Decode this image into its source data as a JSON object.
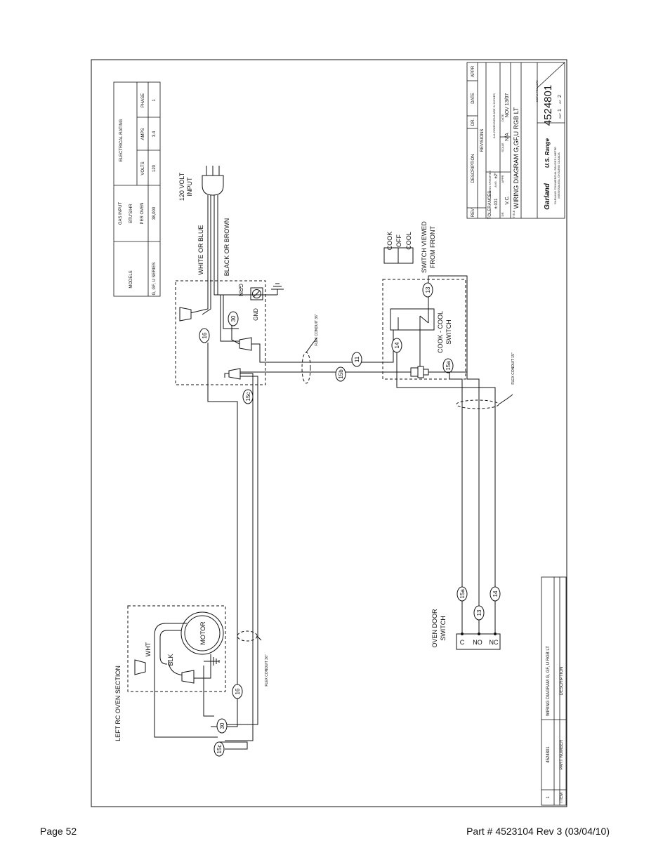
{
  "footer": {
    "page": "Page 52",
    "part": "Part # 4523104 Rev 3 (03/04/10)"
  },
  "rating_table": {
    "models_header": "MODELS",
    "gas_input_header": "GAS INPUT",
    "btu_header": "BTU'S/HR",
    "per_oven_header": "PER OVEN",
    "electrical_header": "ELECTRICAL RATING",
    "volts_header": "VOLTS",
    "amps_header": "AMPS",
    "phase_header": "PHASE",
    "model_value": "G, GF, U SERIES",
    "btu_value": "38,000",
    "volts_value": "120",
    "amps_value": "3.4",
    "phase_value": "1"
  },
  "labels": {
    "volt_input_1": "120 VOLT",
    "volt_input_2": "INPUT",
    "white_or_blue": "WHITE OR BLUE",
    "black_or_brown": "BLACK OR BROWN",
    "grn": "GRN",
    "gnd": "GND",
    "flex_conduit_36_top": "FLEX CONDUIT 36\"",
    "flex_conduit_15": "FLEX CONDUIT 15\"",
    "flex_conduit_36_bottom": "FLEX CONDUIT 36\"",
    "cook_cool_switch_1": "COOK - COOL",
    "cook_cool_switch_2": "SWITCH",
    "cook": "COOK",
    "off": "OFF",
    "cool": "COOL",
    "switch_viewed_1": "SWITCH VIEWED",
    "switch_viewed_2": "FROM FRONT",
    "oven_door_1": "OVEN DOOR",
    "oven_door_2": "SWITCH",
    "sw_c": "C",
    "sw_no": "NO",
    "sw_nc": "NC",
    "left_rc": "LEFT RC OVEN SECTION",
    "motor": "MOTOR",
    "wht": "WHT",
    "blk": "BLK"
  },
  "wire_numbers": {
    "n16_top": "16",
    "n30_top": "30",
    "n15c_top": "15c",
    "n11": "11",
    "n15b": "15b",
    "n14_sw": "14",
    "n13_sw": "13",
    "n15a_sw": "15a",
    "n15a_door": "15a",
    "n13_door": "13",
    "n14_door": "14",
    "n16_bottom": "16",
    "n30_bottom": "30",
    "n15c_bottom": "15c"
  },
  "title_block": {
    "rev": "REV",
    "description": "DESCRIPTION",
    "dr": "DR.",
    "date": "DATE",
    "appr": "APPR",
    "revisions": "REVISIONS",
    "tolerances": "TOLERANCES",
    "unless_specified": "UNLESS SPECIFIED",
    "tol_value": "±.031",
    "angular": "ANG.",
    "ang_value": "±2°",
    "all_dimensions": "ALL DIMENSIONS ARE IN INCHES",
    "dr_label": "DR.",
    "dr_value": "V.C.",
    "appr_label": "APPR",
    "scale_label": "SCALE",
    "scale_value": "N/A",
    "date_label": "DATE",
    "date_value": "NOV 13/07",
    "title_label": "TITLE",
    "title_value": "WIRING DIAGRAM G,GF,U RGB LT",
    "brand_garland": "Garland",
    "brand_us": "U.S. Range",
    "company_1": "GARLAND COMMERCIAL RANGES LIMITED",
    "company_2": "MISSISSAUGA, ONTARIO CANADA",
    "drawing_number": "4524801",
    "form_code": "GCFU PRN 1370",
    "sheet_label": "SHT",
    "sheet_value": "1",
    "of_label": "OF",
    "of_value": "2"
  },
  "parts_list": {
    "item_header": "ITEM",
    "part_header": "PART NUMBER",
    "desc_header": "DESCRIPTION",
    "item_value": "1",
    "part_value": "4524801",
    "desc_value": "WIRING DIAGRAM G, GF, U RGB LT"
  }
}
